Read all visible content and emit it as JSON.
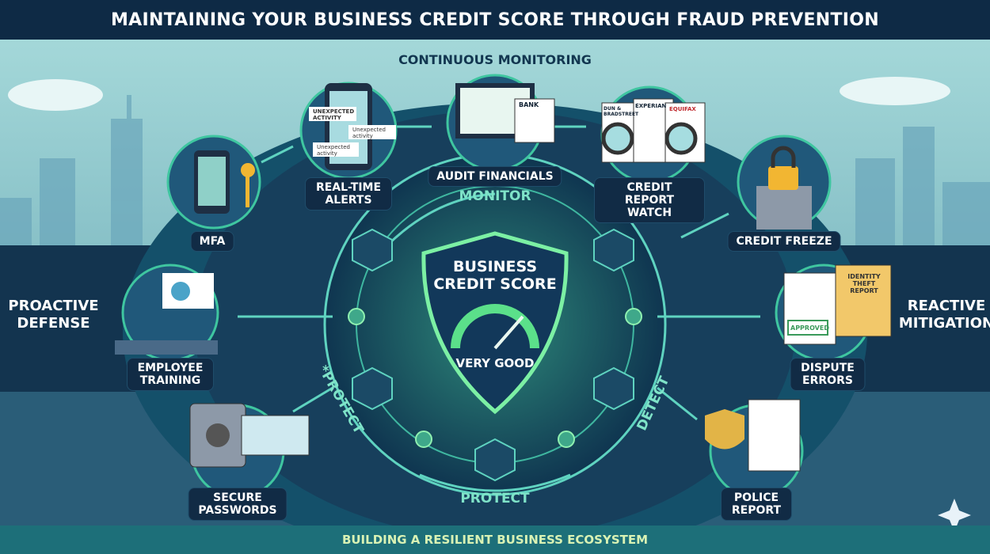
{
  "title": "MAINTAINING YOUR BUSINESS CREDIT SCORE THROUGH FRAUD PREVENTION",
  "subtitle": "CONTINUOUS MONITORING",
  "footer": "BUILDING A RESILIENT BUSINESS ECOSYSTEM",
  "sides": {
    "left": "PROACTIVE DEFENSE",
    "right": "REACTIVE MITIGATION"
  },
  "ring": {
    "top": "MONITOR",
    "bottom": "PROTECT",
    "left": "*PROTECT",
    "right": "DETECT"
  },
  "center": {
    "title": "BUSINESS CREDIT SCORE",
    "rating": "VERY GOOD",
    "gauge_level": 0.8
  },
  "nodes": [
    {
      "label": "MFA",
      "icon": "phone-key-icon"
    },
    {
      "label": "REAL-TIME ALERTS",
      "icon": "phone-alerts-icon",
      "alerts": [
        "UNEXPECTED ACTIVITY",
        "Unexpected activity",
        "Unexpected activity"
      ]
    },
    {
      "label": "AUDIT FINANCIALS",
      "icon": "laptop-spreadsheet-icon",
      "doc": "BANK"
    },
    {
      "label": "CREDIT REPORT WATCH",
      "icon": "magnifier-reports-icon",
      "bureaus": [
        "DUN & BRADSTREET",
        "EXPERIAN",
        "EQUIFAX"
      ]
    },
    {
      "label": "CREDIT FREEZE",
      "icon": "padlock-cabinet-icon"
    },
    {
      "label": "EMPLOYEE TRAINING",
      "icon": "presentation-icon"
    },
    {
      "label": "DISPUTE ERRORS",
      "icon": "approved-document-icon",
      "stamp": "APPROVED",
      "folder": "IDENTITY THEFT REPORT"
    },
    {
      "label": "SECURE PASSWORDS",
      "icon": "safe-password-icon"
    },
    {
      "label": "POLICE REPORT",
      "icon": "badge-document-icon"
    }
  ],
  "colors": {
    "navy": "#0e2a45",
    "teal": "#1d6f79",
    "accent": "#4fe08a",
    "ring": "#5fd3c0"
  }
}
